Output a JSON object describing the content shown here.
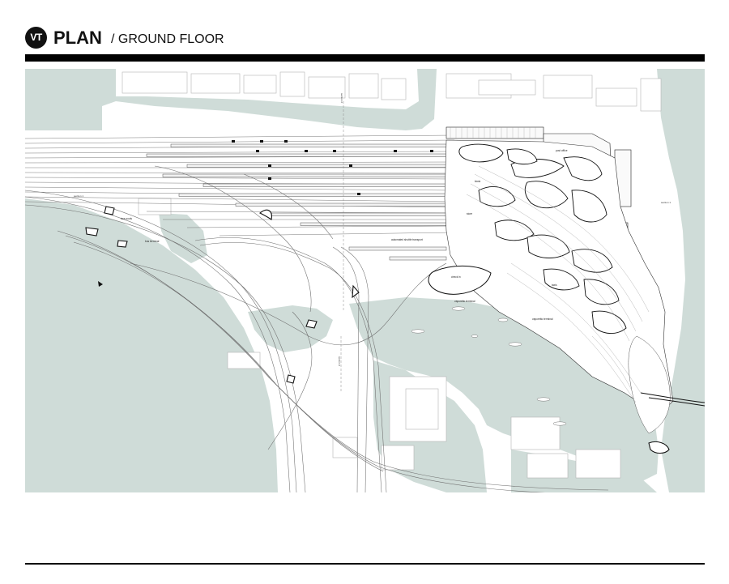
{
  "header": {
    "logo_text": "VT",
    "title": "PLAN",
    "subtitle": "/ GROUND FLOOR"
  },
  "plan_labels": {
    "tour_pools": "tour pools",
    "bus_terminal": "bus terminal",
    "automated_shuttle": "automated shuttle transport",
    "check_in": "check in",
    "vaporetto_terminal": "vaporetto terminal",
    "vaporetto_terminal_2": "vaporetto terminal",
    "post_office": "post office",
    "section_a": "section 1",
    "section_b": "section 1",
    "section_c": "section 2",
    "section_d": "section 2",
    "store": "store",
    "taxis": "taxis",
    "kiosk": "kiosk"
  },
  "colors": {
    "water": "#cfdcd8",
    "ink": "#111111",
    "line": "#8a8a8a"
  }
}
